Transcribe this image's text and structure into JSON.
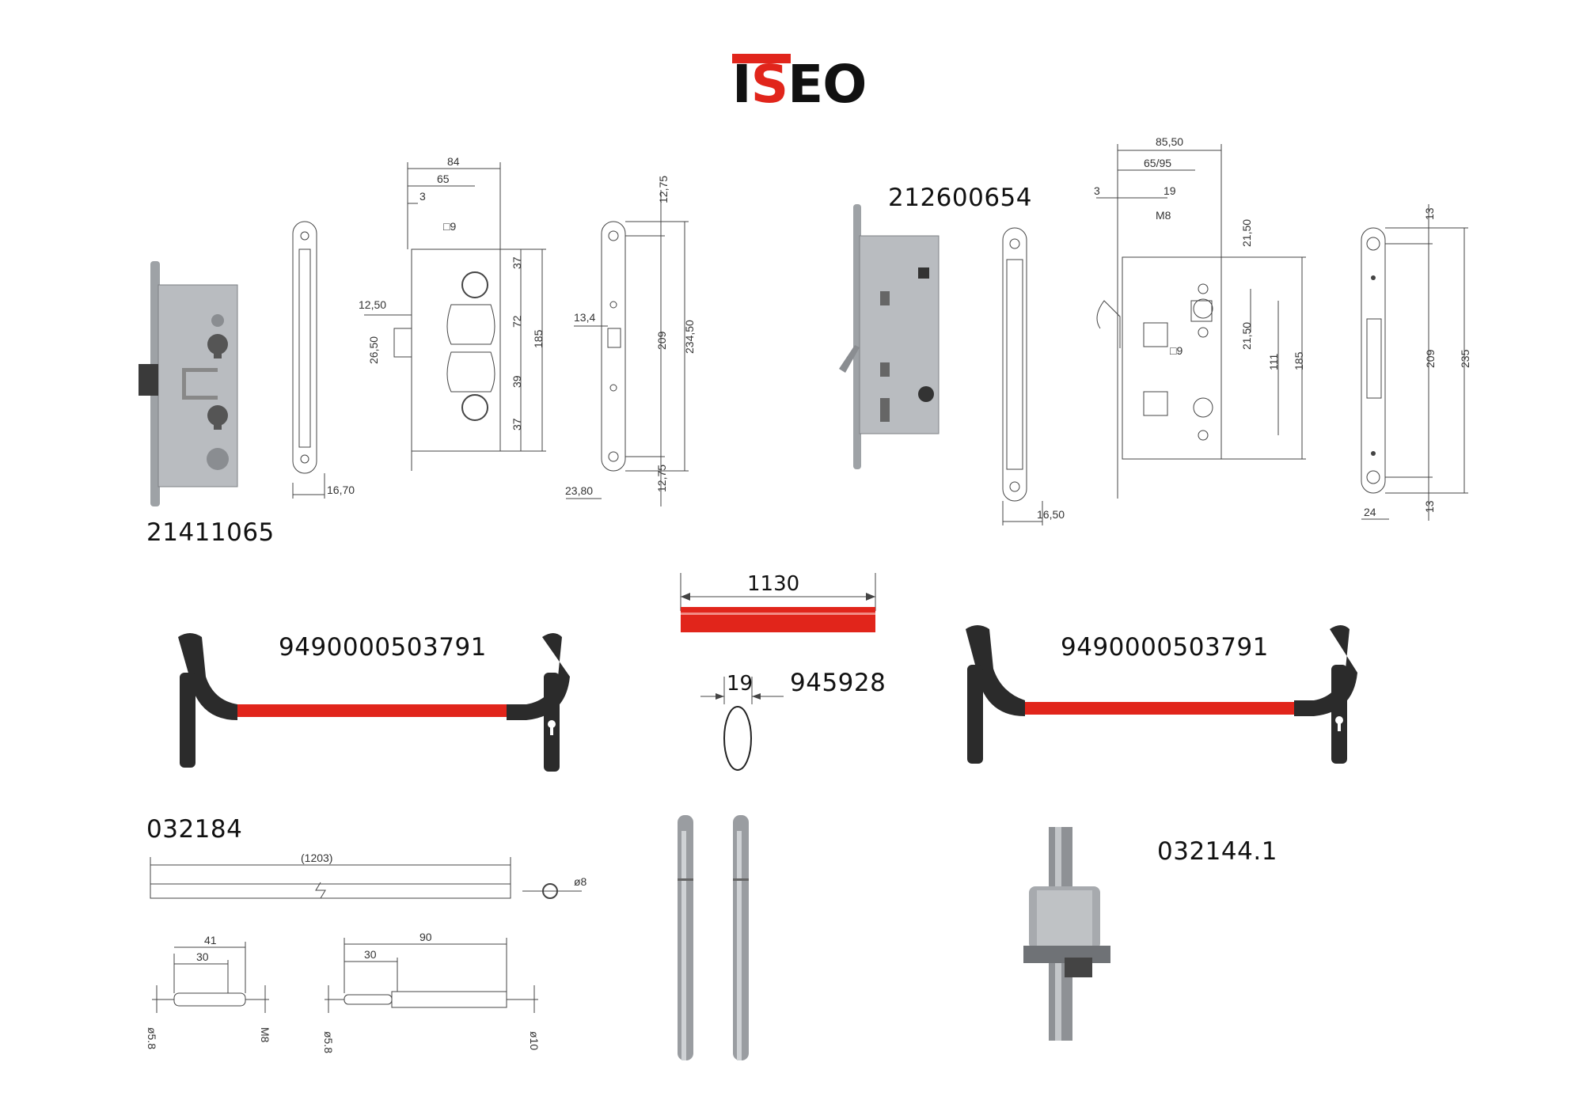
{
  "brand": {
    "logo_i": "I",
    "logo_s": "S",
    "logo_rest": "EO",
    "accent": "#e1251b"
  },
  "products": {
    "lock_1": {
      "code": "21411065",
      "dims": {
        "w84": "84",
        "w65": "65",
        "w3": "3",
        "sq9": "□9",
        "d37a": "37",
        "d72": "72",
        "d39": "39",
        "d37b": "37",
        "d185": "185",
        "d12_50": "12,50",
        "d26_50": "26,50",
        "d16_70": "16,70",
        "d12_75a": "12,75",
        "d13_4": "13,4",
        "d209": "209",
        "d234_50": "234,50",
        "d23_80": "23,80",
        "d12_75b": "12,75"
      }
    },
    "lock_2": {
      "code": "212600654",
      "dims": {
        "w85_50": "85,50",
        "w65_95": "65/95",
        "w3": "3",
        "w19": "19",
        "m8": "M8",
        "d21_50a": "21,50",
        "d21_50b": "21,50",
        "d111": "111",
        "d185": "185",
        "sq9": "□9",
        "d16_50": "16,50",
        "d13a": "13",
        "d209": "209",
        "d235": "235",
        "d24": "24",
        "d13b": "13"
      }
    },
    "bar_left": {
      "code": "9490000503791"
    },
    "bar_right": {
      "code": "9490000503791"
    },
    "tube": {
      "code": "945928",
      "length": "1130",
      "diameter": "19"
    },
    "rod": {
      "code": "032184",
      "dims": {
        "len1203": "(1203)",
        "dia8": "ø8",
        "d41": "41",
        "d30a": "30",
        "d90": "90",
        "d30b": "30",
        "dia5_8a": "ø5.8",
        "m8": "M8",
        "dia5_8b": "ø5.8",
        "dia10": "ø10"
      }
    },
    "guide": {
      "code": "032144.1"
    }
  },
  "colors": {
    "red_bar": "#e1251b",
    "handle": "#2b2b2b",
    "metal": "#b9bcc0",
    "line": "#444444"
  }
}
